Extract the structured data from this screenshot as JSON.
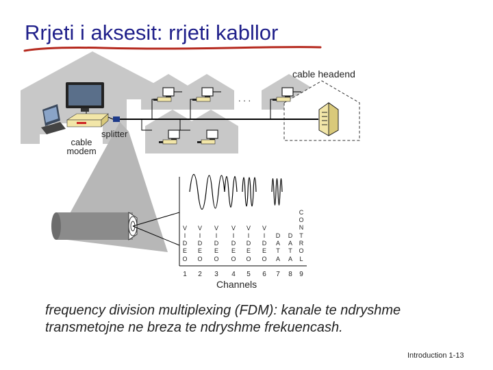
{
  "title": "Rrjeti i aksesit: rrjeti kabllor",
  "labels": {
    "cable_headend": "cable headend",
    "cable_modem": "cable modem",
    "splitter": "splitter",
    "ellipsis": ". . ."
  },
  "channels": {
    "label": "Channels",
    "columns": [
      {
        "number": "1",
        "text": "VIDEO"
      },
      {
        "number": "2",
        "text": "VIDEO"
      },
      {
        "number": "3",
        "text": "VIDEO"
      },
      {
        "number": "4",
        "text": "VIDEO"
      },
      {
        "number": "5",
        "text": "VIDEO"
      },
      {
        "number": "6",
        "text": "VIDEO"
      },
      {
        "number": "7",
        "text": "DATA"
      },
      {
        "number": "8",
        "text": "DATA"
      },
      {
        "number": "9",
        "text": "CONTROL"
      }
    ]
  },
  "caption": "frequency division multiplexing (FDM): kanale te ndryshme transmetojne ne breza te ndryshme frekuencash.",
  "footer": "Introduction 1-13",
  "colors": {
    "title": "#1f1f8a",
    "underline": "#b5281d",
    "house_fill": "#c8c8c8",
    "line": "#000000"
  }
}
